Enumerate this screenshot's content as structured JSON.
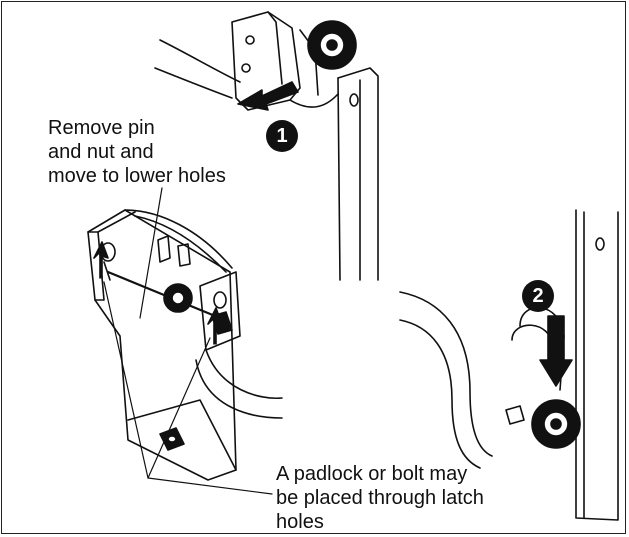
{
  "labels": {
    "remove_pin": "Remove pin\nand nut and\nmove to lower holes",
    "padlock": "A padlock or bolt may\nbe placed through latch\nholes"
  },
  "steps": {
    "step1": "1",
    "step2": "2"
  },
  "colors": {
    "line": "#111111",
    "background": "#ffffff",
    "callout": "#111111"
  }
}
